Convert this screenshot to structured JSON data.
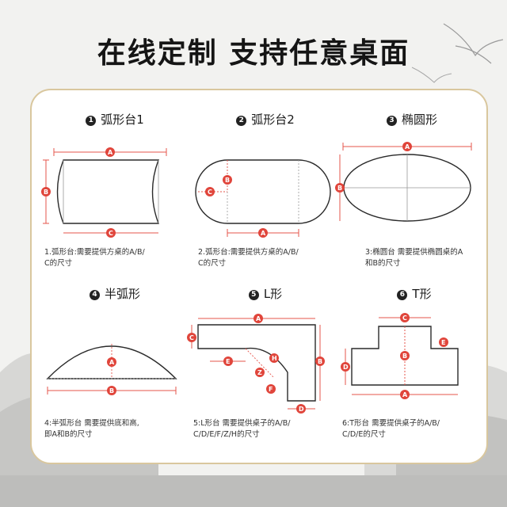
{
  "header": {
    "title": "在线定制 支持任意桌面"
  },
  "cells": [
    {
      "num": "1",
      "title": "弧形台1",
      "desc": "1.弧形台:需要提供方桌的A/B/\nC的尺寸",
      "labels": [
        "A",
        "B",
        "C"
      ]
    },
    {
      "num": "2",
      "title": "弧形台2",
      "desc": "2.弧形台:需要提供方桌的A/B/\nC的尺寸",
      "labels": [
        "A",
        "B",
        "C"
      ]
    },
    {
      "num": "3",
      "title": "椭圆形",
      "desc": "3:椭圆台 需要提供椭圆桌的A\n和B的尺寸",
      "labels": [
        "A",
        "B"
      ]
    },
    {
      "num": "4",
      "title": "半弧形",
      "desc": "4:半弧形台 需要提供底和高,\n即A和B的尺寸",
      "labels": [
        "A",
        "B"
      ]
    },
    {
      "num": "5",
      "title": "L形",
      "desc": "5:L形台 需要提供桌子的A/B/\nC/D/E/F/Z/H的尺寸",
      "labels": [
        "A",
        "B",
        "C",
        "D",
        "E",
        "F",
        "Z",
        "H"
      ]
    },
    {
      "num": "6",
      "title": "T形",
      "desc": "6:T形台 需要提供桌子的A/B/\nC/D/E的尺寸",
      "labels": [
        "A",
        "B",
        "C",
        "D",
        "E"
      ]
    }
  ]
}
